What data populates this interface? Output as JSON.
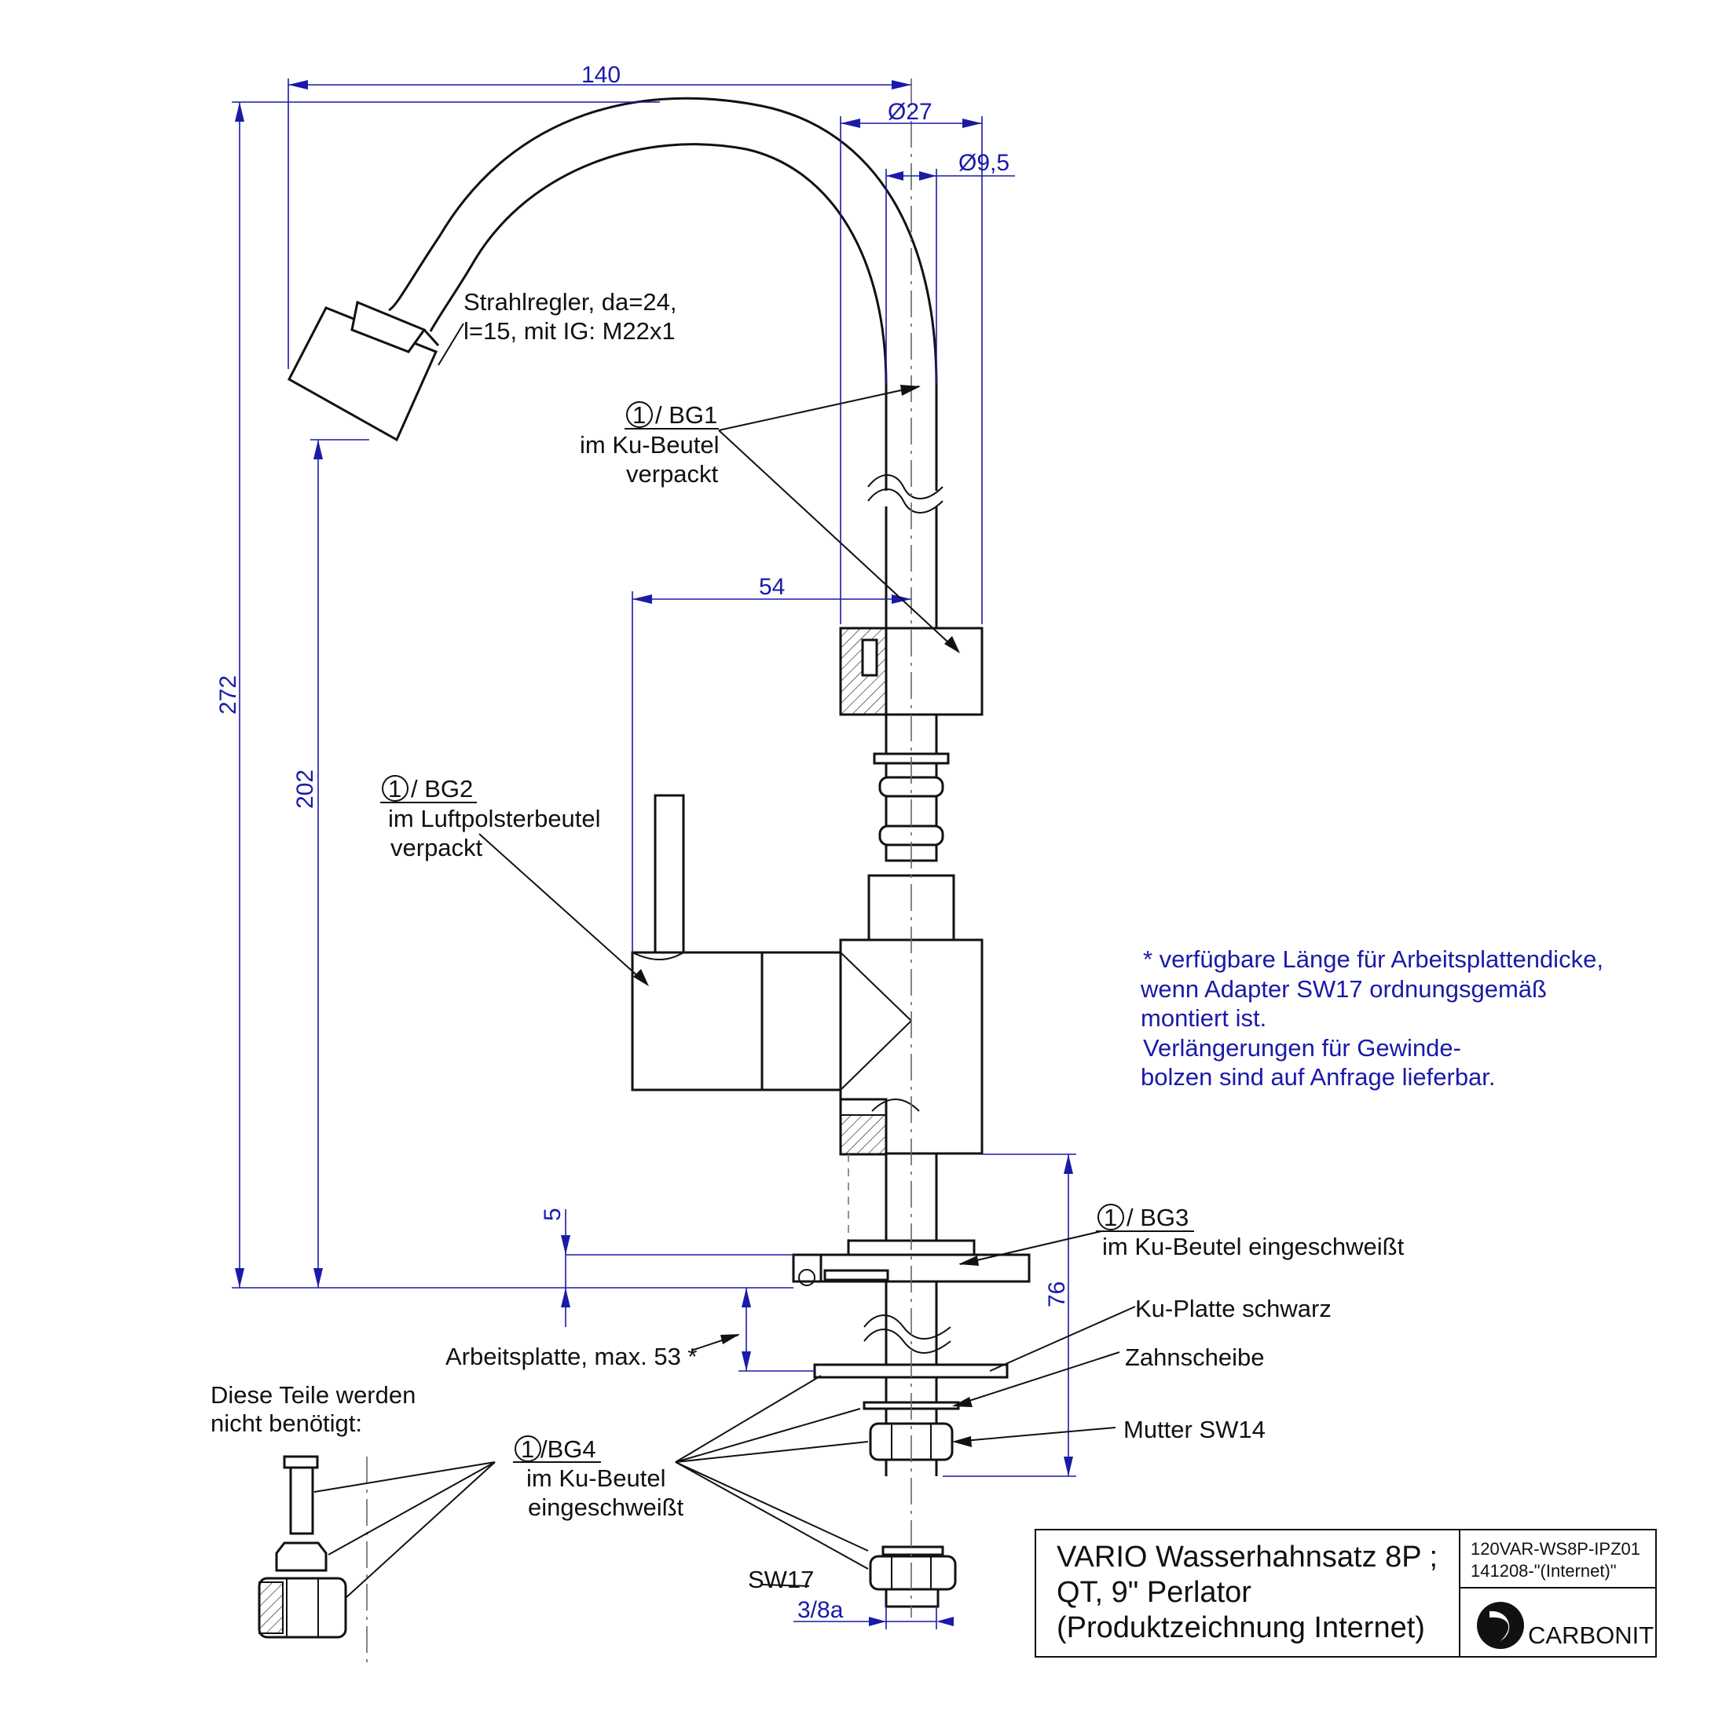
{
  "dimensions": {
    "d140": "140",
    "d27": "Ø27",
    "d95": "Ø9,5",
    "d272": "272",
    "d202": "202",
    "d54": "54",
    "d5": "5",
    "d76": "76",
    "d38a": "3/8a"
  },
  "callouts": {
    "strahlregler_1": "Strahlregler, da=24,",
    "strahlregler_2": "l=15, mit IG: M22x1",
    "bg1_num": "1",
    "bg1_ref": "/ BG1",
    "bg1_line1": "im Ku-Beutel",
    "bg1_line2": "verpackt",
    "bg2_num": "1",
    "bg2_ref": "/ BG2",
    "bg2_line1": "im Luftpolsterbeutel",
    "bg2_line2": "verpackt",
    "bg3_num": "1",
    "bg3_ref": "/ BG3",
    "bg3_line1": "im Ku-Beutel eingeschweißt",
    "kuplatte": "Ku-Platte schwarz",
    "zahnscheibe": "Zahnscheibe",
    "mutter": "Mutter  SW14",
    "arbeitsplatte": "Arbeitsplatte, max. 53 *",
    "nicht_1": "Diese Teile werden",
    "nicht_2": "nicht benötigt:",
    "bg4_num": "1",
    "bg4_ref": "/BG4",
    "bg4_line1": "im Ku-Beutel",
    "bg4_line2": "eingeschweißt",
    "sw17": "SW17"
  },
  "note": {
    "line1": "* verfügbare Länge für Arbeitsplattendicke,",
    "line2": "wenn Adapter SW17 ordnungsgemäß",
    "line3": "montiert ist.",
    "line4": "Verlängerungen für Gewinde-",
    "line5": "bolzen sind auf Anfrage lieferbar."
  },
  "title_block": {
    "title1": "VARIO Wasserhahnsatz 8P ;",
    "title2": "QT, 9\" Perlator",
    "title3": "(Produktzeichnung Internet)",
    "code1": "120VAR-WS8P-IPZ01",
    "code2": "141208-\"(Internet)\"",
    "brand": "CARBONIT"
  },
  "colors": {
    "dimension": "#1a1aa8",
    "outline": "#111111"
  }
}
